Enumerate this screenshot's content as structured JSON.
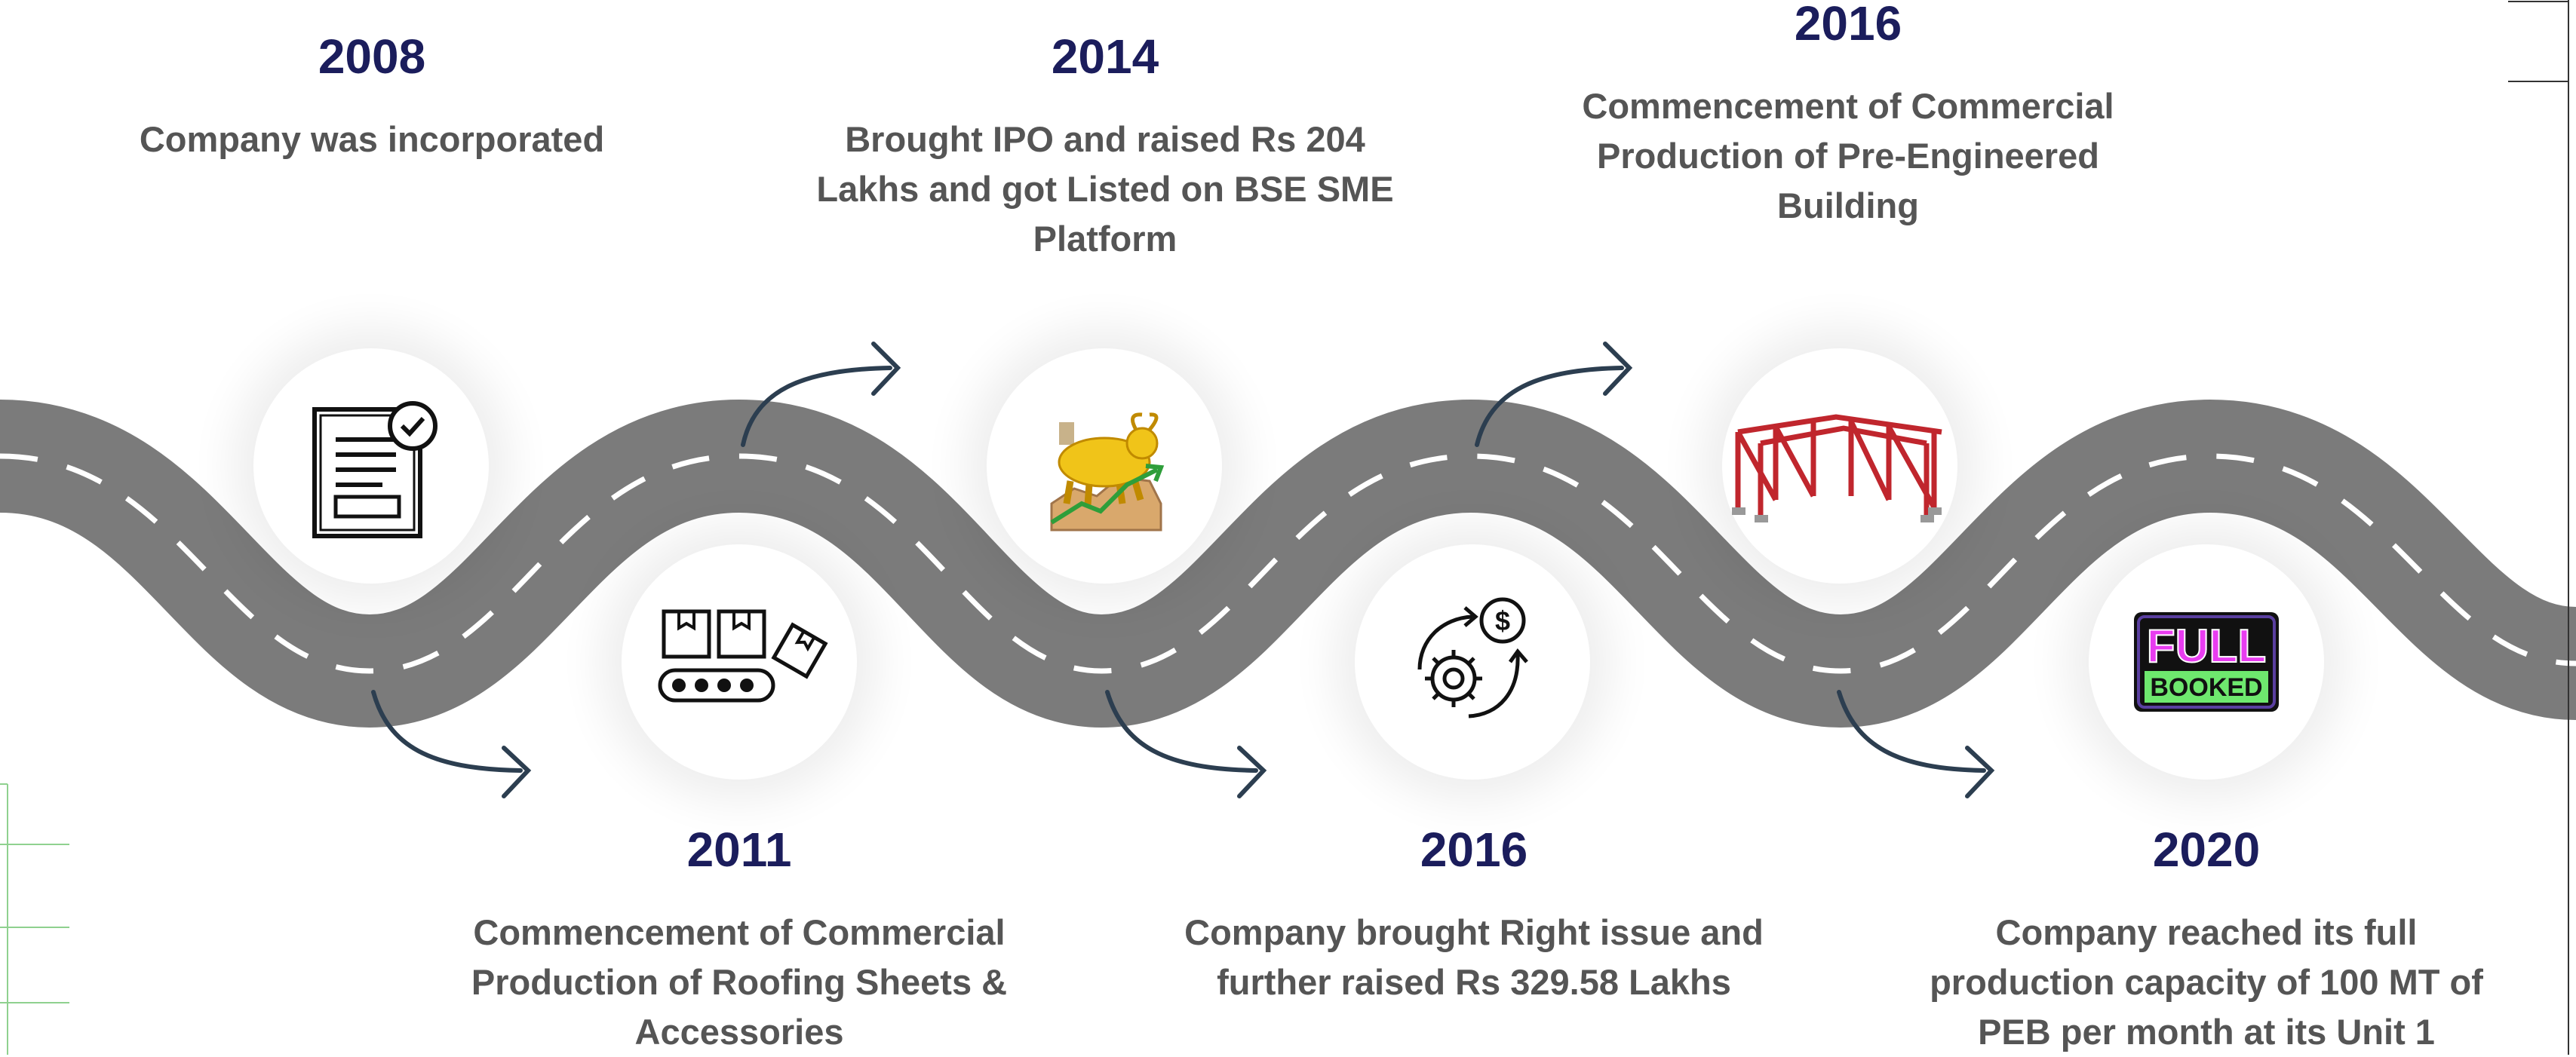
{
  "milestones": [
    {
      "year": "2008",
      "text": "Company was incorporated",
      "icon": "document-check-icon"
    },
    {
      "year": "2011",
      "text": "Commencement of Commercial Production of Roofing Sheets & Accessories",
      "icon": "conveyor-boxes-icon"
    },
    {
      "year": "2014",
      "text": "Brought IPO and raised Rs 204 Lakhs and got Listed on BSE SME Platform",
      "icon": "golden-bull-icon"
    },
    {
      "year": "2016",
      "text": "Company brought Right issue and further raised Rs 329.58 Lakhs",
      "icon": "gear-dollar-cycle-icon"
    },
    {
      "year": "2016",
      "text": "Commencement of Commercial Production of Pre-Engineered Building",
      "icon": "steel-frame-icon"
    },
    {
      "year": "2020",
      "text": "Company reached its full production capacity of 100 MT of PEB per month at its Unit 1",
      "icon": "full-booked-icon"
    }
  ],
  "full_booked_badge": {
    "line1": "FULL",
    "line2": "BOOKED"
  },
  "colors": {
    "road": "#7b7b7b",
    "lane": "#ffffff",
    "year": "#1b1d5c",
    "text": "#555555",
    "arrow": "#2c3e50",
    "accent_green": "#8fd18f"
  }
}
